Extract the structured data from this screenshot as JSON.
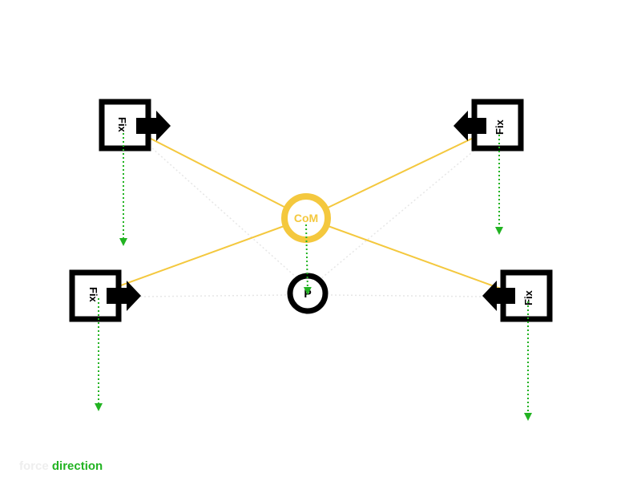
{
  "colors": {
    "background": "#ffffff",
    "outline": "#000000",
    "spring": "#f4c83e",
    "direction": "#22b322",
    "faint": "#e6e6e6"
  },
  "legend": {
    "faint_text": "force",
    "direction_text": "direction"
  },
  "center_of_mass": {
    "label": "CoM"
  },
  "point": {
    "label": "P"
  },
  "fixtures": [
    {
      "id": "top-left",
      "label": "Fix"
    },
    {
      "id": "top-right",
      "label": "Fix"
    },
    {
      "id": "bottom-left",
      "label": "Fix"
    },
    {
      "id": "bottom-right",
      "label": "Fix"
    }
  ]
}
